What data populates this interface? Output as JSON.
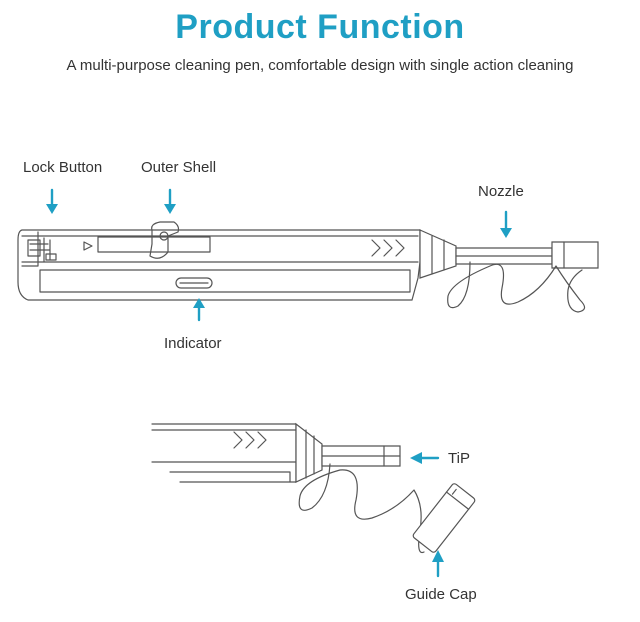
{
  "header": {
    "title": "Product Function",
    "subtitle": "A multi-purpose cleaning pen, comfortable design with single action cleaning"
  },
  "labels": {
    "lock_button": "Lock Button",
    "outer_shell": "Outer Shell",
    "nozzle": "Nozzle",
    "indicator": "Indicator",
    "tip": "TiP",
    "guide_cap": "Guide Cap"
  },
  "colors": {
    "accent": "#1f9fc4",
    "line": "#555555",
    "text": "#333333"
  }
}
